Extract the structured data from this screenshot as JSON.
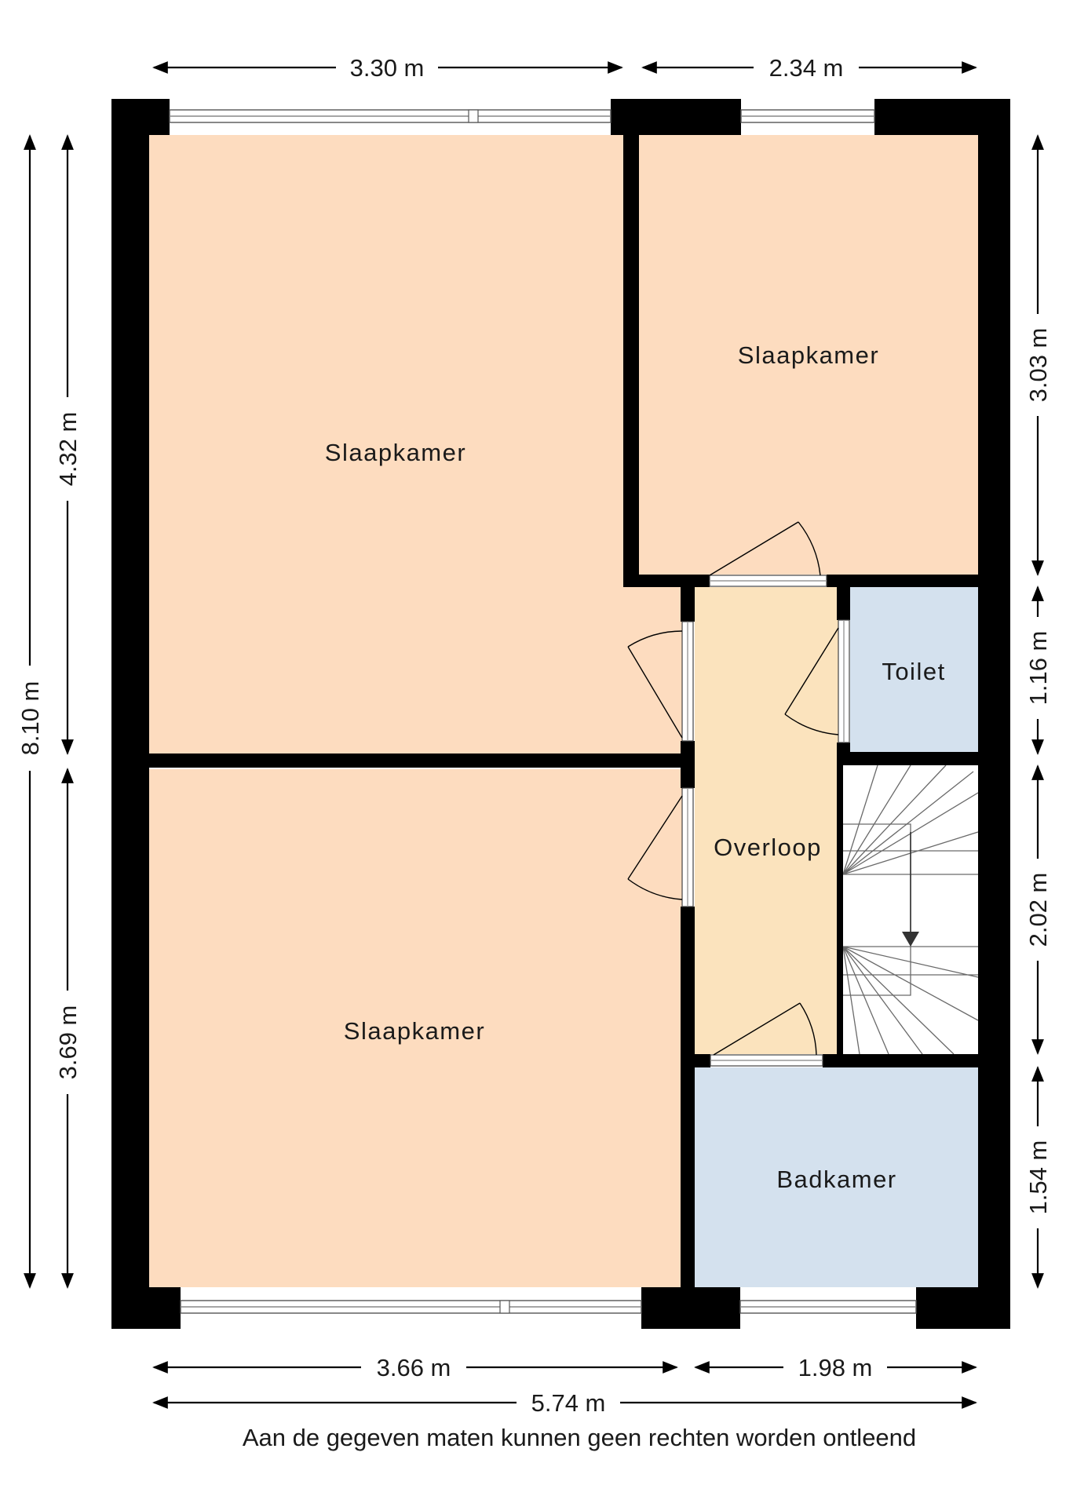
{
  "colors": {
    "bedroom": "#fddcbf",
    "landing": "#fbe3bd",
    "wet_room": "#d4e1ee",
    "wall": "#000000",
    "text": "#1a1a1a"
  },
  "rooms": {
    "bedroom_large": "Slaapkamer",
    "bedroom_small": "Slaapkamer",
    "bedroom_bottom": "Slaapkamer",
    "toilet": "Toilet",
    "landing": "Overloop",
    "bathroom": "Badkamer"
  },
  "dimensions": {
    "top_left": "3.30 m",
    "top_right": "2.34 m",
    "left_total": "8.10 m",
    "left_upper": "4.32 m",
    "left_lower": "3.69 m",
    "right_1": "3.03 m",
    "right_2": "1.16 m",
    "right_3": "2.02 m",
    "right_4": "1.54 m",
    "bottom_left": "3.66 m",
    "bottom_right": "1.98 m",
    "bottom_total": "5.74 m"
  },
  "disclaimer": "Aan de gegeven maten kunnen geen rechten worden ontleend",
  "icons": {
    "stair_arrow": "stair-direction-arrow-icon",
    "door_swing": "door-swing-icon",
    "window": "window-icon"
  }
}
